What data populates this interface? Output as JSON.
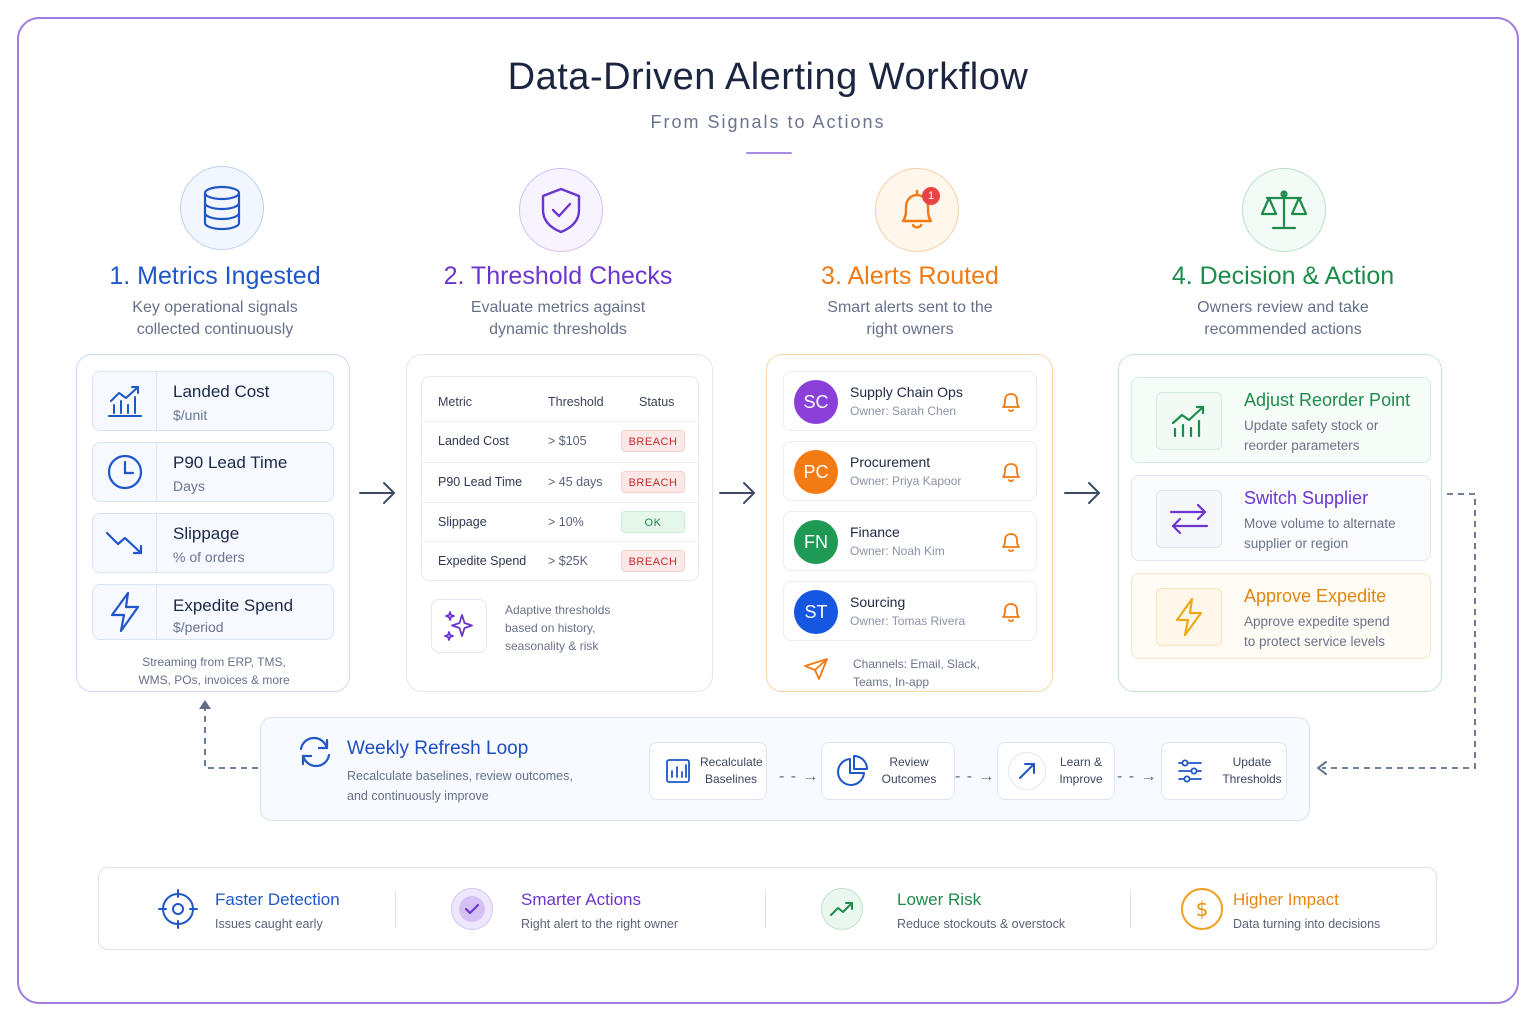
{
  "header": {
    "title": "Data-Driven Alerting Workflow",
    "subtitle": "From Signals to Actions"
  },
  "colors": {
    "blue": "#1f56c8",
    "purple": "#6b35d0",
    "orange": "#f07a14",
    "green": "#1c8c4a",
    "frame": "#9f7ce0"
  },
  "steps": [
    {
      "title": "1. Metrics Ingested",
      "desc_line1": "Key operational signals",
      "desc_line2": "collected continuously",
      "icon": "database-icon"
    },
    {
      "title": "2. Threshold Checks",
      "desc_line1": "Evaluate metrics against",
      "desc_line2": "dynamic thresholds",
      "icon": "shield-check-icon"
    },
    {
      "title": "3. Alerts Routed",
      "desc_line1": "Smart alerts sent to the",
      "desc_line2": "right owners",
      "icon": "bell-icon",
      "badge": "1"
    },
    {
      "title": "4. Decision & Action",
      "desc_line1": "Owners review and take",
      "desc_line2": "recommended actions",
      "icon": "scale-icon"
    }
  ],
  "metrics": {
    "items": [
      {
        "name": "Landed Cost",
        "unit": "$/unit",
        "icon": "bar-chart-icon"
      },
      {
        "name": "P90 Lead Time",
        "unit": "Days",
        "icon": "clock-icon"
      },
      {
        "name": "Slippage",
        "unit": "% of orders",
        "icon": "trend-down-icon"
      },
      {
        "name": "Expedite Spend",
        "unit": "$/period",
        "icon": "lightning-icon"
      }
    ],
    "note_line1": "Streaming from ERP, TMS,",
    "note_line2": "WMS, POs, invoices & more"
  },
  "thresholds": {
    "headers": {
      "metric": "Metric",
      "threshold": "Threshold",
      "status": "Status"
    },
    "rows": [
      {
        "metric": "Landed Cost",
        "threshold": "> $105",
        "status": "BREACH"
      },
      {
        "metric": "P90 Lead Time",
        "threshold": "> 45 days",
        "status": "BREACH"
      },
      {
        "metric": "Slippage",
        "threshold": "> 10%",
        "status": "OK"
      },
      {
        "metric": "Expedite Spend",
        "threshold": "> $25K",
        "status": "BREACH"
      }
    ],
    "adaptive_line1": "Adaptive thresholds",
    "adaptive_line2": "based on history,",
    "adaptive_line3": "seasonality & risk"
  },
  "alerts": {
    "owners": [
      {
        "initials": "SC",
        "team": "Supply Chain Ops",
        "owner": "Owner: Sarah Chen",
        "color": "#8b3fd9"
      },
      {
        "initials": "PC",
        "team": "Procurement",
        "owner": "Owner: Priya Kapoor",
        "color": "#f47b12"
      },
      {
        "initials": "FN",
        "team": "Finance",
        "owner": "Owner: Noah Kim",
        "color": "#1e9a55"
      },
      {
        "initials": "ST",
        "team": "Sourcing",
        "owner": "Owner: Tomas Rivera",
        "color": "#1557e0"
      }
    ],
    "channels_line1": "Channels: Email, Slack,",
    "channels_line2": "Teams, In-app"
  },
  "actions": [
    {
      "title": "Adjust Reorder Point",
      "desc_line1": "Update safety stock or",
      "desc_line2": "reorder parameters",
      "icon": "trend-up-chart-icon"
    },
    {
      "title": "Switch Supplier",
      "desc_line1": "Move volume to alternate",
      "desc_line2": "supplier or region",
      "icon": "swap-arrows-icon"
    },
    {
      "title": "Approve Expedite",
      "desc_line1": "Approve expedite spend",
      "desc_line2": "to protect service levels",
      "icon": "lightning-icon"
    }
  ],
  "loop": {
    "title": "Weekly Refresh Loop",
    "desc_line1": "Recalculate baselines, review outcomes,",
    "desc_line2": "and continuously improve",
    "steps": [
      {
        "line1": "Recalculate",
        "line2": "Baselines",
        "icon": "bar-chart-icon"
      },
      {
        "line1": "Review",
        "line2": "Outcomes",
        "icon": "pie-chart-icon"
      },
      {
        "line1": "Learn &",
        "line2": "Improve",
        "icon": "arrow-up-right-icon"
      },
      {
        "line1": "Update",
        "line2": "Thresholds",
        "icon": "sliders-icon"
      }
    ]
  },
  "benefits": [
    {
      "title": "Faster Detection",
      "desc": "Issues caught early",
      "icon": "target-icon"
    },
    {
      "title": "Smarter Actions",
      "desc": "Right alert to the right owner",
      "icon": "check-circle-icon"
    },
    {
      "title": "Lower Risk",
      "desc": "Reduce stockouts & overstock",
      "icon": "trend-up-icon"
    },
    {
      "title": "Higher Impact",
      "desc": "Data turning into decisions",
      "icon": "dollar-icon"
    }
  ]
}
